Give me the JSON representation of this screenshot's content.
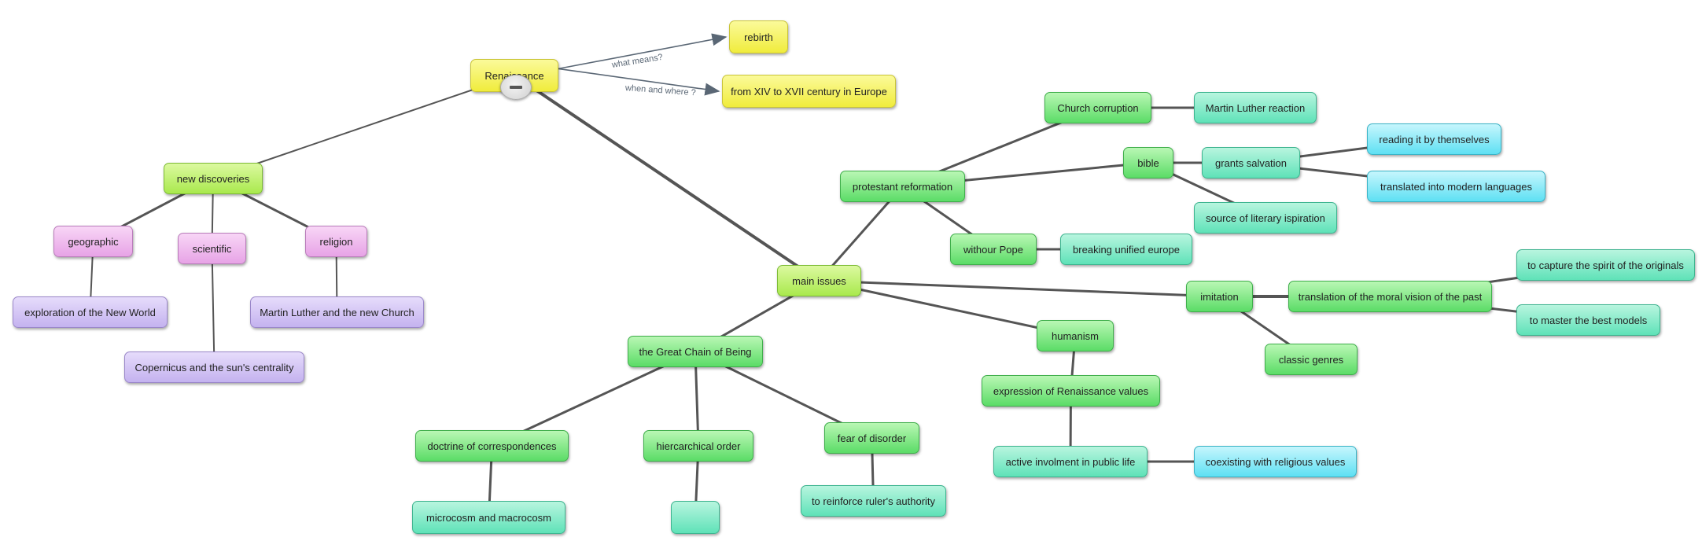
{
  "nodes": {
    "renaissance": "Renaissance",
    "rebirth": "rebirth",
    "xiv": "from XIV to XVII century  in Europe",
    "new_discoveries": "new discoveries",
    "geographic": "geographic",
    "scientific": "scientific",
    "religion": "religion",
    "exploration": "exploration of the New World",
    "martin_church": "Martin Luther and the new Church",
    "copernicus": "Copernicus and the sun's centrality",
    "main_issues": "main issues",
    "protestant": "protestant reformation",
    "church_corruption": "Church corruption",
    "luther_reaction": "Martin Luther reaction",
    "bible": "bible",
    "grants_salvation": "grants salvation",
    "reading": "reading it by themselves",
    "translated": "translated into modern languages",
    "source_lit": "source of literary ispiration",
    "withour_pope": "withour Pope",
    "breaking": "breaking unified europe",
    "imitation": "imitation",
    "translation_moral": "translation of the moral vision of the past",
    "capture_spirit": "to capture the spirit of the originals",
    "master_models": "to master the best models",
    "classic_genres": "classic genres",
    "humanism": "humanism",
    "expression": "expression of Renaissance values",
    "active": "active involment in public life",
    "coexisting": "coexisting with religious values",
    "chain": "the Great Chain of Being",
    "doctrine": "doctrine of correspondences",
    "microcosm": "microcosm and macrocosm",
    "hierarchical": "hiercarchical order",
    "empty": "",
    "fear": "fear of disorder",
    "reinforce": "to reinforce ruler's authority"
  },
  "edge_labels": {
    "what_means": "what means?",
    "when_where": "when and where ?"
  },
  "controls": {
    "collapse": "collapse-minus-icon"
  },
  "colors": {
    "yellow": "#f0ec3c",
    "lime": "#a9e94d",
    "green": "#5bdc67",
    "teal": "#5fe2b8",
    "cyan": "#5ee0f3",
    "pink": "#e7a3e6",
    "lavender": "#c4b2ef",
    "edge": "#555555",
    "arrow": "#5a6775"
  }
}
